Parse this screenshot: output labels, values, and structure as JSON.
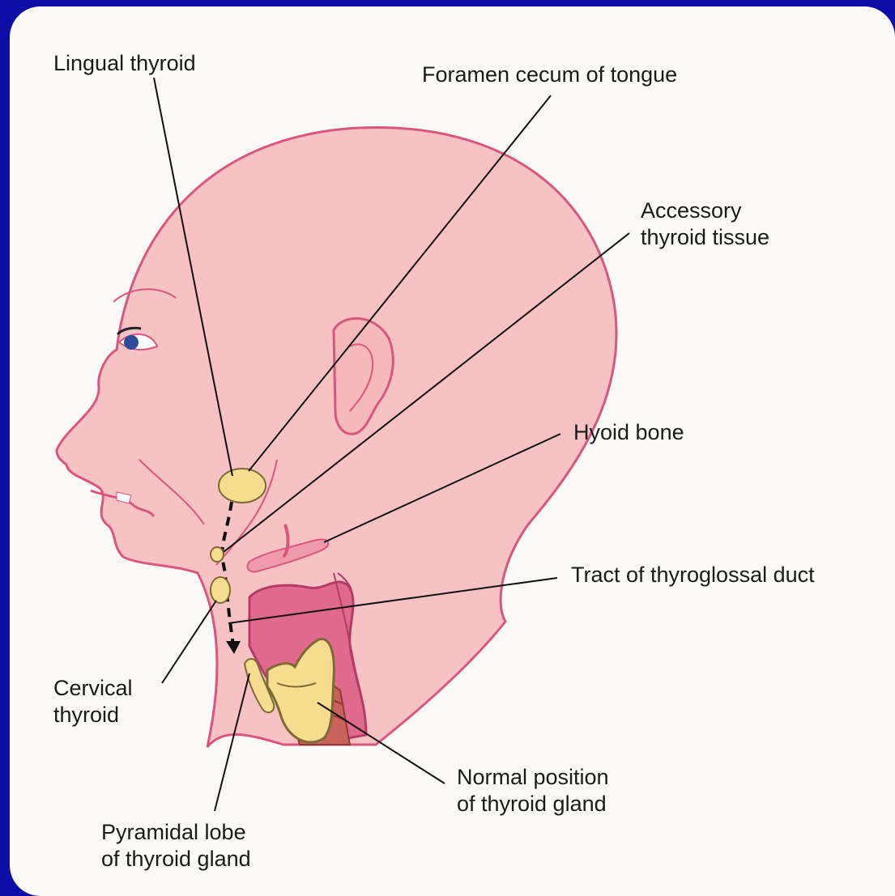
{
  "diagram": {
    "labels": {
      "lingual_thyroid": "Lingual thyroid",
      "foramen_cecum": "Foramen cecum of tongue",
      "accessory_thyroid": "Accessory\nthyroid tissue",
      "hyoid_bone": "Hyoid bone",
      "tract_thyroglossal": "Tract of thyroglossal duct",
      "cervical_thyroid": "Cervical\nthyroid",
      "normal_position": "Normal position\nof thyroid gland",
      "pyramidal_lobe": "Pyramidal lobe\nof thyroid gland"
    },
    "colors": {
      "background": "#0d0ea8",
      "panel": "#fbfaf6",
      "skin": "#f7c2c3",
      "skin_outline": "#d9577f",
      "gland": "#f6dc8e",
      "gland_outline": "#7d6a35",
      "larynx": "#e06a8e",
      "trachea": "#c8625a",
      "leader_line": "#111111"
    }
  }
}
